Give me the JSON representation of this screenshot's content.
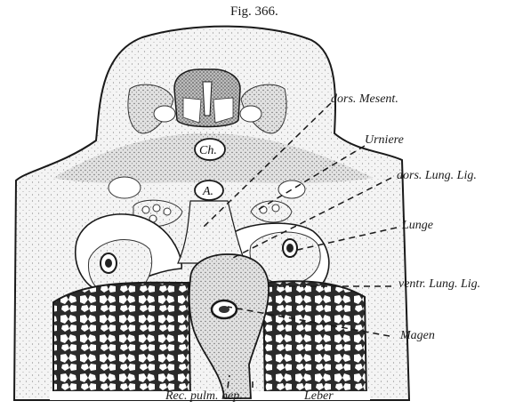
{
  "figure": {
    "caption": "Fig. 366."
  },
  "inner_labels": {
    "chorda": "Ch.",
    "aorta": "A."
  },
  "labels": {
    "dors_mesent": "dors. Mesent.",
    "urniere": "Urniere",
    "dors_lung_lig": "dors. Lung. Lig.",
    "lunge": "Lunge",
    "ventr_lung_lig": "ventr. Lung. Lig.",
    "magen": "Magen",
    "rec_pulm_hep": "Rec. pulm. hep.",
    "leber": "Leber"
  },
  "colors": {
    "ink": "#1a1a1a",
    "stipple_light": "#f2f2f2",
    "stipple_mid": "#dcdcdc",
    "stipple_dark": "#a9a9a9",
    "background": "#ffffff"
  }
}
